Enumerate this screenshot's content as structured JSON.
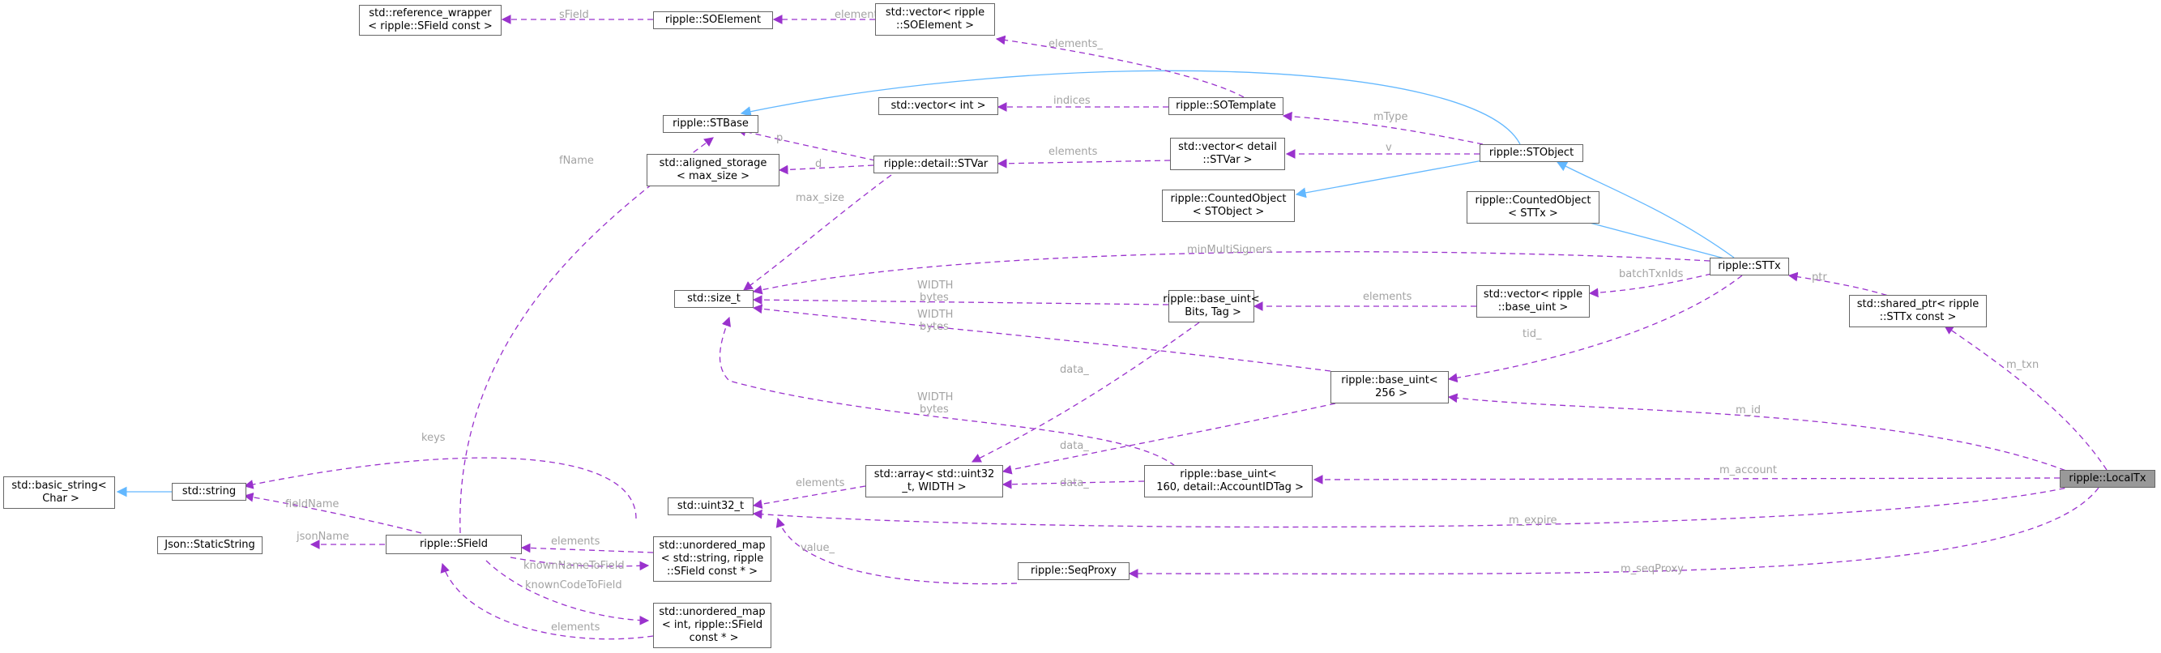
{
  "nodes": {
    "refwrap": "std::reference_wrapper\n< ripple::SField const >",
    "soelement": "ripple::SOElement",
    "vec_soelement": "std::vector< ripple\n::SOElement >",
    "vec_int": "std::vector< int >",
    "sotemplate": "ripple::SOTemplate",
    "stbase": "ripple::STBase",
    "aligned": "std::aligned_storage\n< max_size >",
    "stvar": "ripple::detail::STVar",
    "vec_stvar": "std::vector< detail\n::STVar >",
    "stobject": "ripple::STObject",
    "counted_stobject": "ripple::CountedObject\n< STObject >",
    "counted_sttx": "ripple::CountedObject\n< STTx >",
    "sttx": "ripple::STTx",
    "size_t": "std::size_t",
    "base_uint_bits": "ripple::base_uint<\n Bits, Tag >",
    "vec_base_uint": "std::vector< ripple\n::base_uint >",
    "shared_ptr": "std::shared_ptr< ripple\n::STTx const >",
    "base_uint_256": "ripple::base_uint<\n 256 >",
    "basic_string": "std::basic_string<\n Char >",
    "string": "std::string",
    "array": "std::array< std::uint32\n_t, WIDTH >",
    "base_uint_160": "ripple::base_uint<\n 160, detail::AccountIDTag >",
    "localtx": "ripple::LocalTx",
    "uint32": "std::uint32_t",
    "static_string": "Json::StaticString",
    "sfield": "ripple::SField",
    "umap_string": "std::unordered_map\n< std::string, ripple\n::SField const * >",
    "seqproxy": "ripple::SeqProxy",
    "umap_int": "std::unordered_map\n< int, ripple::SField\n const * >"
  },
  "edge_labels": {
    "sField": "sField",
    "elements_soelement": "elements",
    "elements_sotemplate": "elements_",
    "indices": "indices",
    "mType": "mType",
    "v": "v",
    "p": "p",
    "d": "d",
    "elements_stvar": "elements",
    "fName": "fName",
    "max_size": "max_size",
    "minMultiSigners": "minMultiSigners",
    "width_bytes_1": "WIDTH\nbytes",
    "width_bytes_2": "WIDTH\nbytes",
    "width_bytes_3": "WIDTH\nbytes",
    "elements_vec_base_uint": "elements",
    "batchTxnIds": "batchTxnIds",
    "ptr": "ptr",
    "tid": "tid_",
    "m_txn": "m_txn",
    "m_id": "m_id",
    "data_bits": "data_",
    "data_256": "data_",
    "data_160": "data_",
    "keys": "keys",
    "fieldName": "fieldName",
    "jsonName": "jsonName",
    "elements_uint32": "elements",
    "elements_umap_string": "elements",
    "knownNameToField": "knownNameToField",
    "knownCodeToField": "knownCodeToField",
    "elements_umap_int": "elements",
    "m_account": "m_account",
    "m_expire": "m_expire",
    "value": "value_",
    "m_seqProxy": "m_seqProxy"
  },
  "colors": {
    "dependency": "#9a32cd",
    "inheritance": "#63b8ff",
    "label": "#a3a3a3",
    "focus_fill": "#999999",
    "node_border": "#666666"
  }
}
